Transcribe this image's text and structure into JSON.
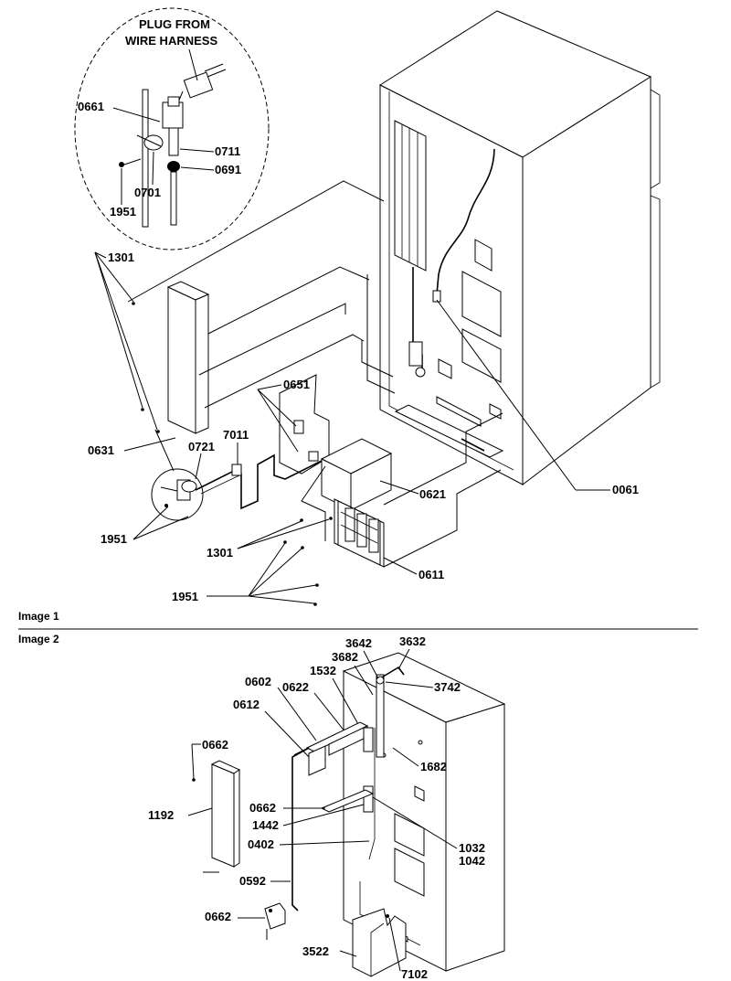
{
  "image1": {
    "caption": "Image 1",
    "callout": {
      "line1": "PLUG FROM",
      "line2": "WIRE HARNESS"
    },
    "labels": {
      "p0661": "0661",
      "p0711": "0711",
      "p0691": "0691",
      "p0701": "0701",
      "p1951_top": "1951",
      "p1301_left": "1301",
      "p0651": "0651",
      "p0631": "0631",
      "p0721": "0721",
      "p7011": "7011",
      "p0621": "0621",
      "p0061": "0061",
      "p1951_mid": "1951",
      "p1301_mid": "1301",
      "p0611": "0611",
      "p1951_bot": "1951"
    }
  },
  "image2": {
    "caption": "Image 2",
    "labels": {
      "p3642": "3642",
      "p3632": "3632",
      "p3682": "3682",
      "p1532": "1532",
      "p3742": "3742",
      "p0602": "0602",
      "p0622": "0622",
      "p0612": "0612",
      "p0662_top": "0662",
      "p1682": "1682",
      "p1192": "1192",
      "p0662_mid": "0662",
      "p1442": "1442",
      "p1032": "1032",
      "p1042": "1042",
      "p0402": "0402",
      "p0592": "0592",
      "p0662_bot": "0662",
      "p3522": "3522",
      "p7102": "7102"
    }
  }
}
